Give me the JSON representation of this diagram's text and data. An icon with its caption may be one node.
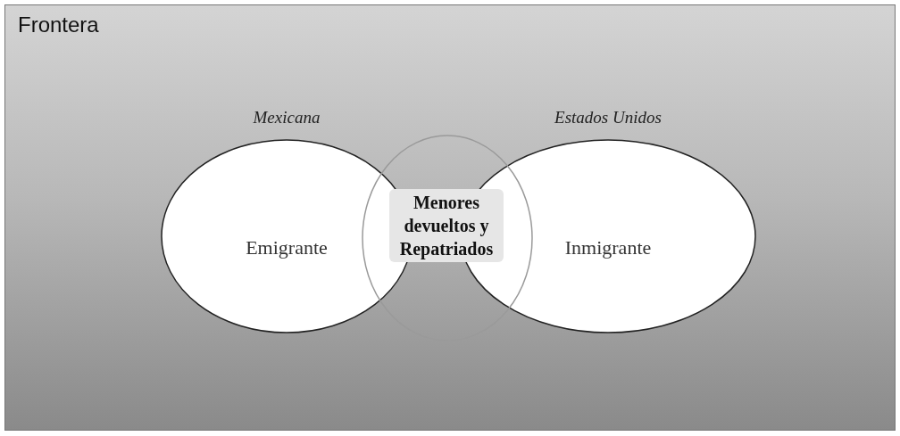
{
  "diagram": {
    "nodes": [
      {
        "text": [
          "Frontera"
        ]
      },
      {
        "text": [
          "Mexicana",
          "Emigrante"
        ],
        "in": 0
      },
      {
        "text": [
          "Estados Unidos",
          "Inmigrante"
        ],
        "in": 0
      },
      {
        "text": [
          "Menores devueltos y Repatriados"
        ],
        "in": 0
      }
    ]
  }
}
